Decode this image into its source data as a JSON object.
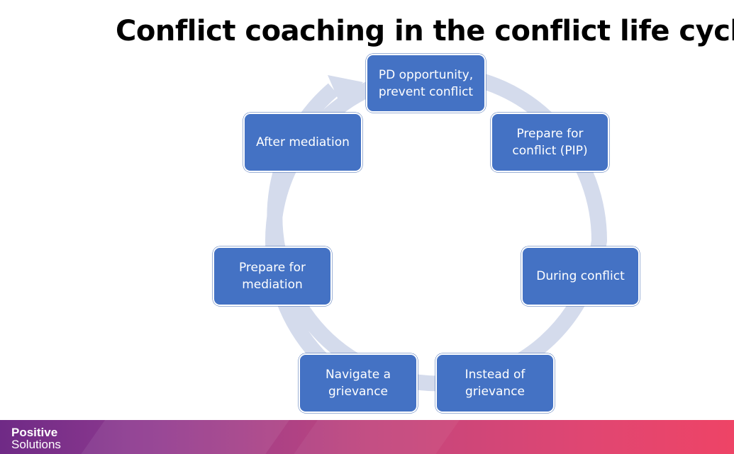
{
  "title": "Conflict coaching in the conflict life cycle",
  "colors": {
    "node_fill": "#4472c4",
    "cycle_arrow": "#d4dbec",
    "footer_start": "#6f2a86",
    "footer_end": "#ee4466"
  },
  "cycle": {
    "direction": "clockwise",
    "nodes": [
      {
        "label": "PD opportunity, prevent conflict"
      },
      {
        "label": "Prepare for conflict (PIP)"
      },
      {
        "label": "During conflict"
      },
      {
        "label": "Instead of grievance"
      },
      {
        "label": "Navigate a grievance"
      },
      {
        "label": "Prepare for mediation"
      },
      {
        "label": "After mediation"
      }
    ]
  },
  "footer": {
    "logo_line1": "Positive",
    "logo_line2": "Solutions"
  }
}
